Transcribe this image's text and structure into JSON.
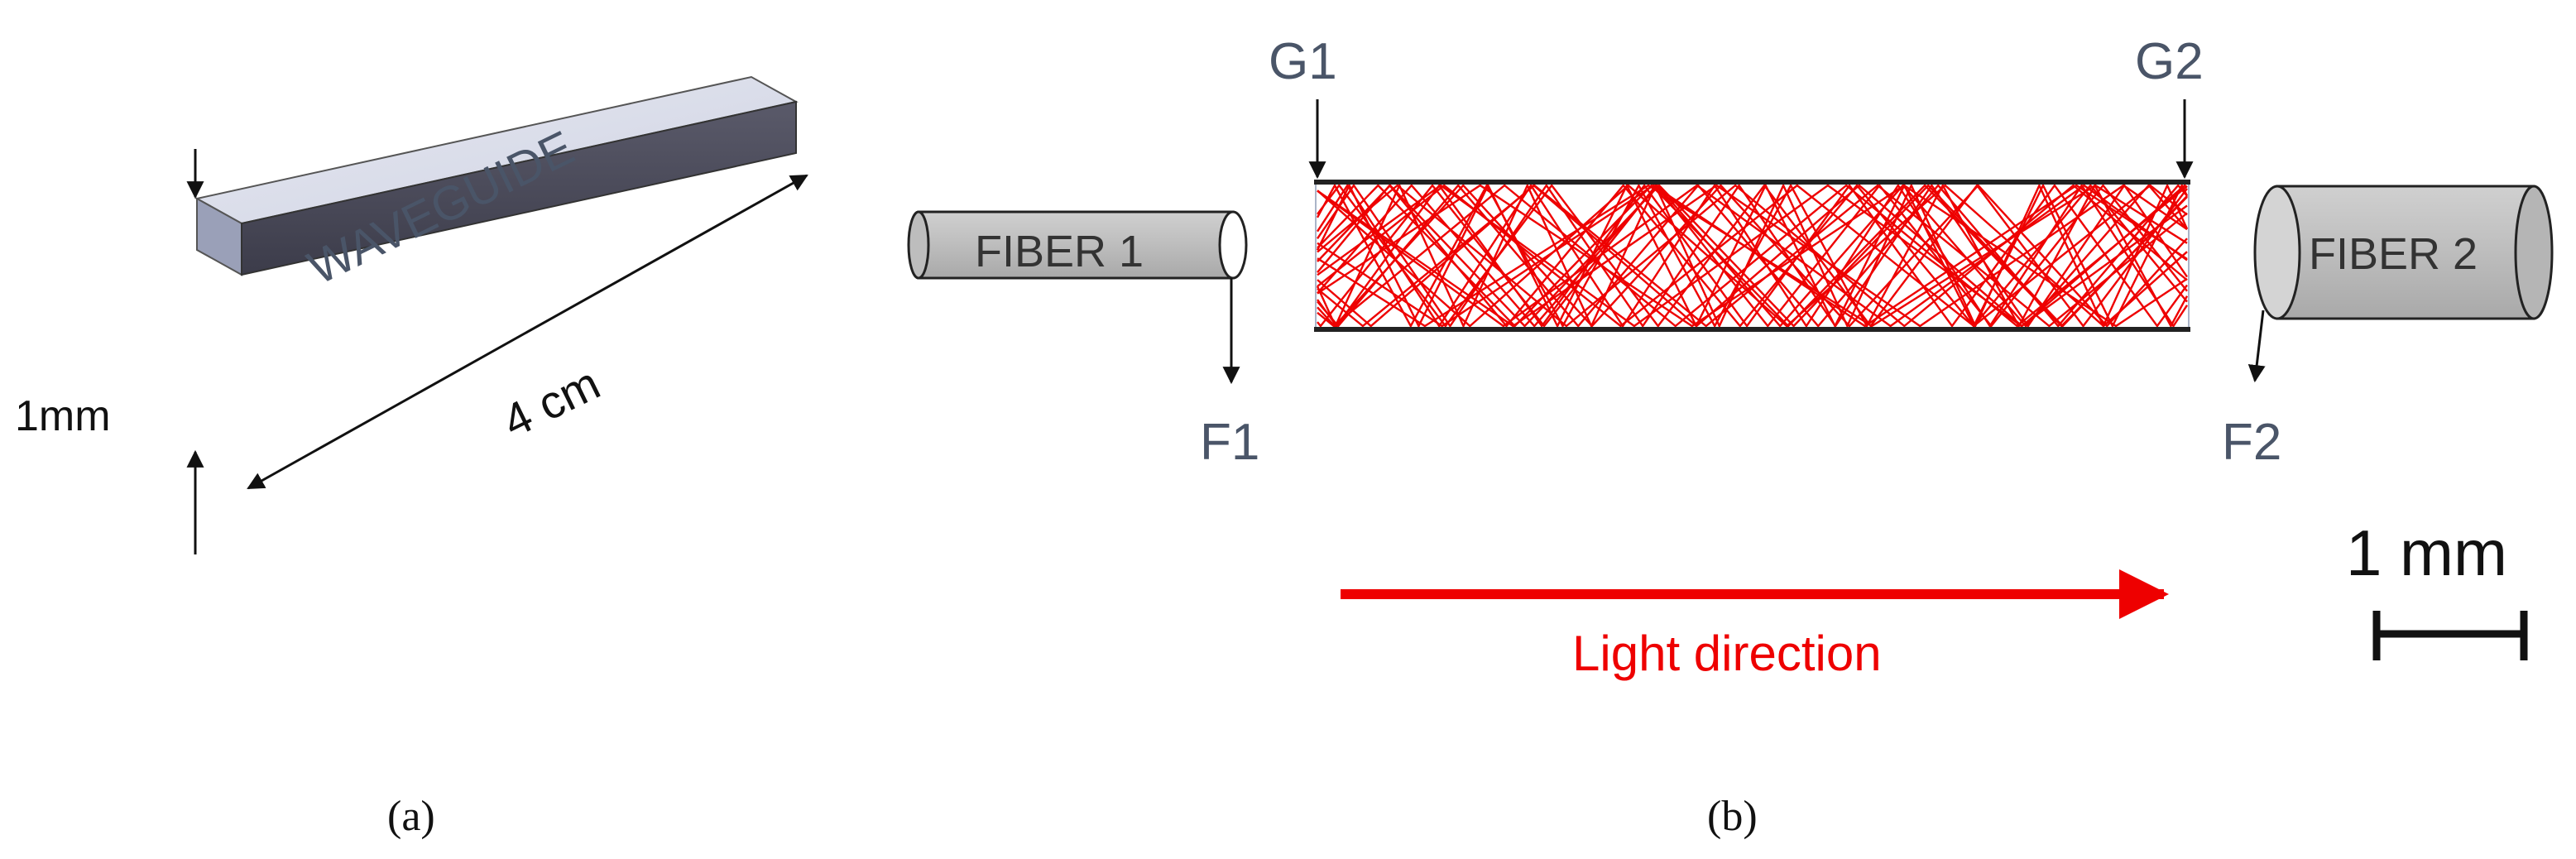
{
  "panel_a": {
    "waveguide_label": "WAVEGUIDE",
    "thickness_label": "1mm",
    "length_label": "4 cm",
    "caption": "(a)"
  },
  "panel_b": {
    "fiber1_label": "FIBER 1",
    "fiber2_label": "FIBER 2",
    "g1_label": "G1",
    "g2_label": "G2",
    "f1_label": "F1",
    "f2_label": "F2",
    "direction_label": "Light direction",
    "scale_label": "1 mm",
    "caption": "(b)"
  },
  "colors": {
    "ray": "#ee0000",
    "label": "#4a5568",
    "fiber_fill": "#c0c0c0",
    "waveguide_top": "#d9dce8",
    "waveguide_side": "#4b4b5a"
  }
}
